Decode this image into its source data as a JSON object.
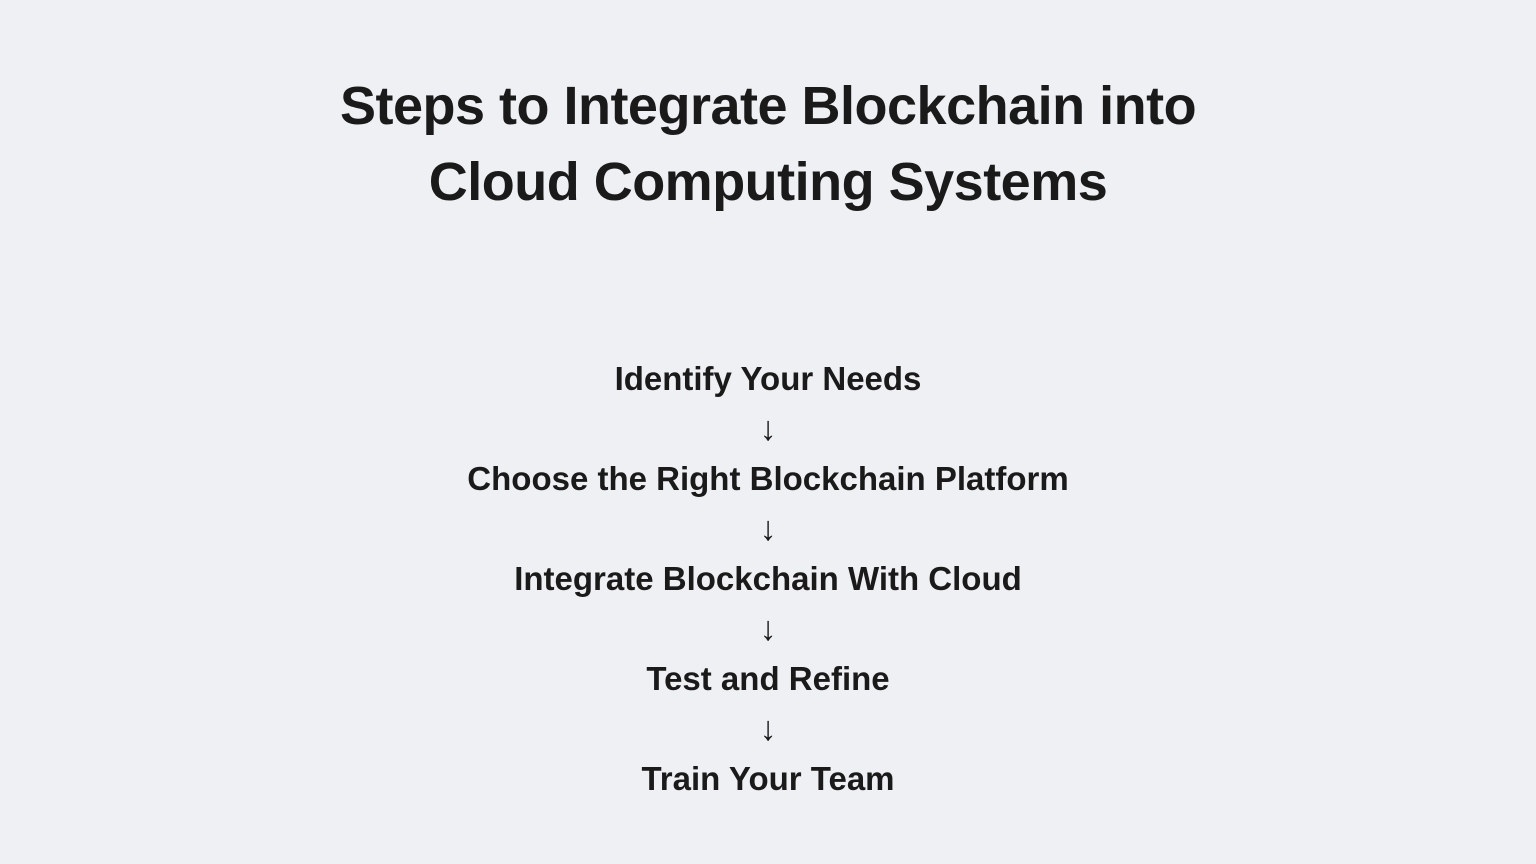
{
  "page": {
    "background_color": "#eef0f4",
    "text_color": "#1a1a1a"
  },
  "title": {
    "line1": "Steps to Integrate Blockchain into",
    "line2": "Cloud Computing Systems"
  },
  "flow": {
    "arrow_glyph": "↓",
    "steps": [
      {
        "label": "Identify Your Needs"
      },
      {
        "label": "Choose the Right Blockchain Platform"
      },
      {
        "label": "Integrate Blockchain With Cloud"
      },
      {
        "label": "Test and Refine"
      },
      {
        "label": "Train Your Team"
      }
    ]
  }
}
